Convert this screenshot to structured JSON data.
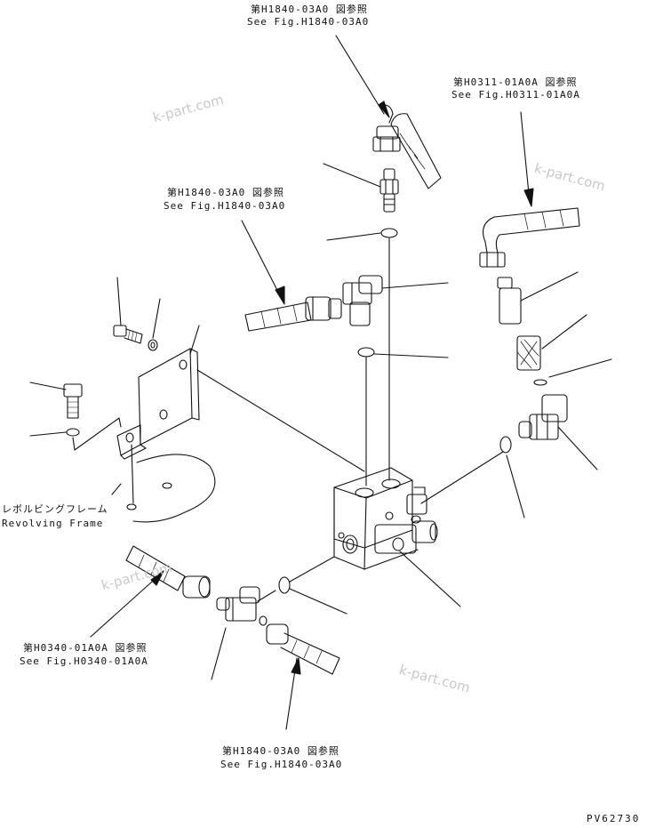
{
  "refs": [
    {
      "id": "ref_top",
      "jp": "第H1840-03A0 図参照",
      "en": "See Fig.H1840-03A0"
    },
    {
      "id": "ref_upper_right",
      "jp": "第H0311-01A0A 図参照",
      "en": "See Fig.H0311-01A0A"
    },
    {
      "id": "ref_left_mid",
      "jp": "第H1840-03A0 図参照",
      "en": "See Fig.H1840-03A0"
    },
    {
      "id": "ref_lower_left",
      "jp": "第H0340-01A0A 図参照",
      "en": "See Fig.H0340-01A0A"
    },
    {
      "id": "ref_bottom",
      "jp": "第H1840-03A0 図参照",
      "en": "See Fig.H1840-03A0"
    }
  ],
  "frame_label": {
    "jp": "レボルビングフレーム",
    "en": "Revolving Frame"
  },
  "watermarks": [
    "k-part.com",
    "k-part.com",
    "k-part.com",
    "k-part.com"
  ],
  "drawing_code": "PV62730"
}
